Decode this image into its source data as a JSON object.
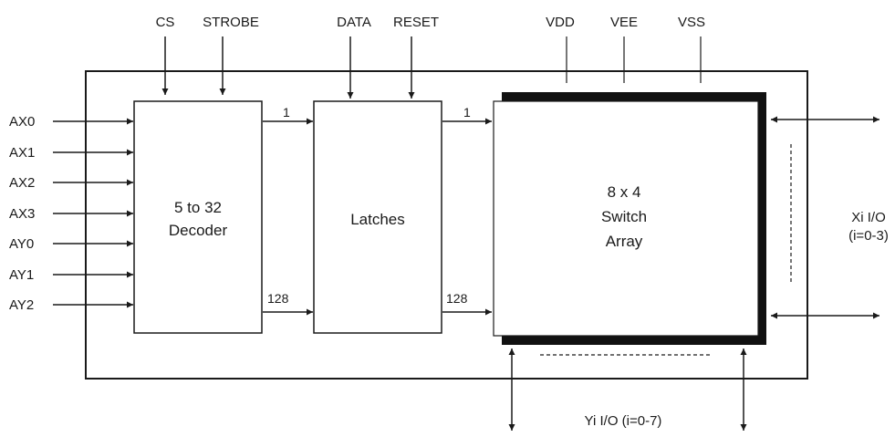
{
  "top_signals": {
    "cs": "CS",
    "strobe": "STROBE",
    "data": "DATA",
    "reset": "RESET",
    "vdd": "VDD",
    "vee": "VEE",
    "vss": "VSS"
  },
  "address_inputs": [
    "AX0",
    "AX1",
    "AX2",
    "AX3",
    "AY0",
    "AY1",
    "AY2"
  ],
  "decoder": {
    "line1": "5 to 32",
    "line2": "Decoder"
  },
  "latches": {
    "label": "Latches"
  },
  "switch_array": {
    "line1": "8 x 4",
    "line2": "Switch",
    "line3": "Array"
  },
  "bus_labels": {
    "decoder_first": "1",
    "decoder_last": "128",
    "latches_first": "1",
    "latches_last": "128"
  },
  "xio": {
    "line1": "Xi I/O",
    "line2": "(i=0-3)"
  },
  "yio": {
    "label": "Yi I/O (i=0-7)"
  }
}
